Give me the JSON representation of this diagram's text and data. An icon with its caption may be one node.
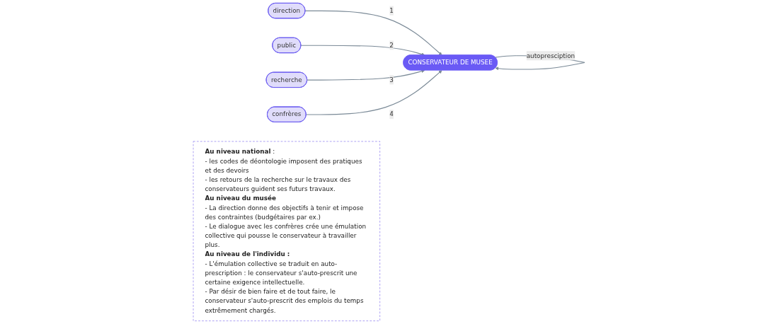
{
  "diagram": {
    "nodes": [
      {
        "text": [
          "direction"
        ]
      },
      {
        "text": [
          "public"
        ]
      },
      {
        "text": [
          "CONSERVATEUR DE MUSEE"
        ]
      },
      {
        "text": [
          "recherche"
        ]
      },
      {
        "text": [
          "confrères"
        ]
      },
      {
        "text": [
          "**Au niveau national** :",
          "- les codes de déontologie imposent des pratiques et des devoirs",
          "- les retours de la recherche sur le travaux des conservateurs guident ses futurs travaux.",
          "**Au niveau du musée**",
          "- La direction donne des objectifs à tenir et impose des contraintes (budgétaires par ex.)",
          "- Le dialogue avec les confrères crée une émulation collective qui pousse le conservateur à travailler plus.",
          "**Au niveau de l'individu :**",
          "- L'émulation collective se traduit en auto-prescription : le conservateur s'auto-prescrit une certaine exigence intellectuelle.",
          "- Par désir de bien faire et de tout faire, le conservateur s'auto-prescrit des emplois du temps extrêmement chargés."
        ]
      }
    ],
    "edges": [
      {
        "from": 0,
        "to": 2,
        "arrow": "to",
        "label": "1"
      },
      {
        "from": 1,
        "to": 2,
        "arrow": "to",
        "label": "2"
      },
      {
        "from": 3,
        "to": 2,
        "arrow": "to",
        "label": "3"
      },
      {
        "from": 4,
        "to": 2,
        "arrow": "to",
        "label": "4"
      },
      {
        "from": 2,
        "to": 2,
        "arrow": "to",
        "label": "autopresciption"
      }
    ]
  }
}
